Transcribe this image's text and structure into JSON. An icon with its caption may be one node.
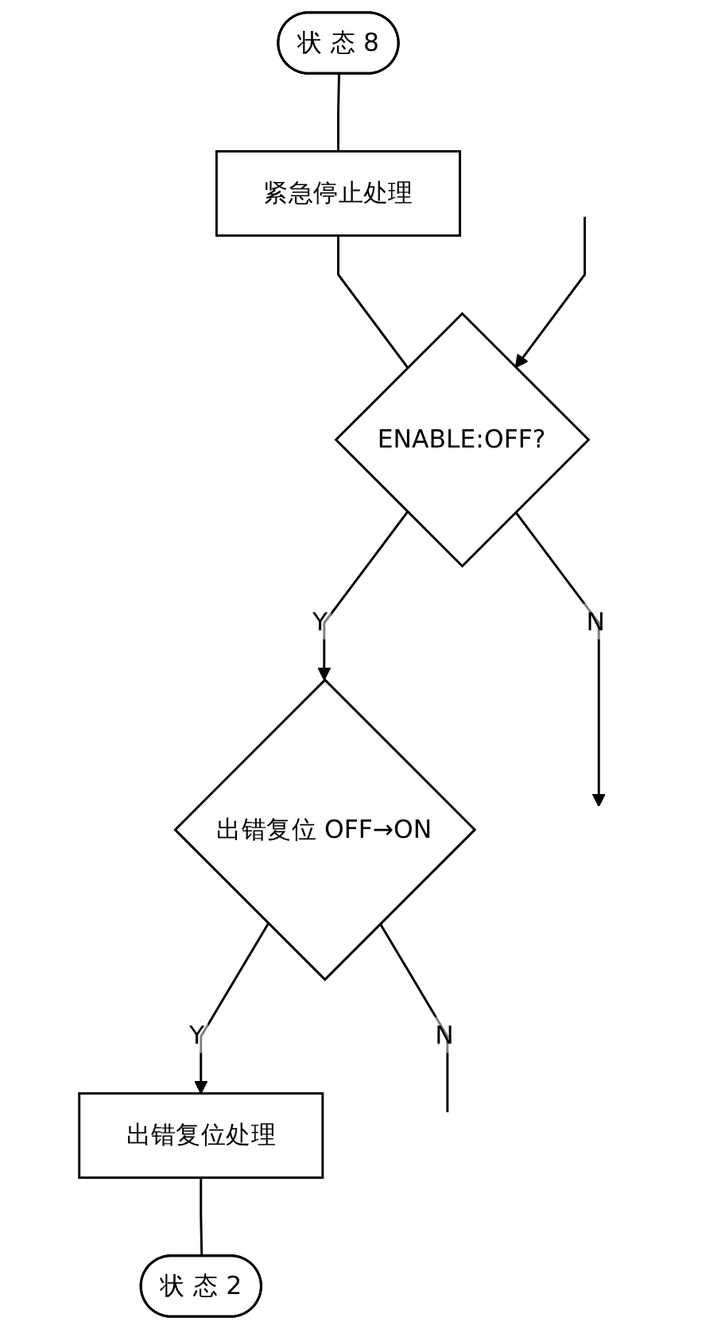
{
  "diagram": {
    "nodes": [
      {
        "text": [
          "状 态 8"
        ]
      },
      {
        "text": [
          "紧急停止处理"
        ]
      },
      {
        "text": [
          "ENABLE:OFF?"
        ]
      },
      {
        "text": [
          "出错复位 OFF→ON"
        ]
      },
      {
        "text": [
          "出错复位处理"
        ]
      },
      {
        "text": [
          "状 态 2"
        ]
      }
    ],
    "edges": [
      {
        "from": 0,
        "to": 1,
        "arrow": "none"
      },
      {
        "from": 1,
        "to": 2,
        "arrow": "none"
      },
      {
        "from": null,
        "to": 2,
        "arrow": "to"
      },
      {
        "from": 2,
        "to": null,
        "label": "N",
        "arrow": "to"
      },
      {
        "from": 2,
        "to": 3,
        "label": "Y",
        "arrow": "to"
      },
      {
        "from": 3,
        "to": null,
        "label": "N",
        "arrow": "none"
      },
      {
        "from": 3,
        "to": 4,
        "label": "Y",
        "arrow": "to"
      },
      {
        "from": 4,
        "to": 5,
        "arrow": "none"
      }
    ]
  }
}
